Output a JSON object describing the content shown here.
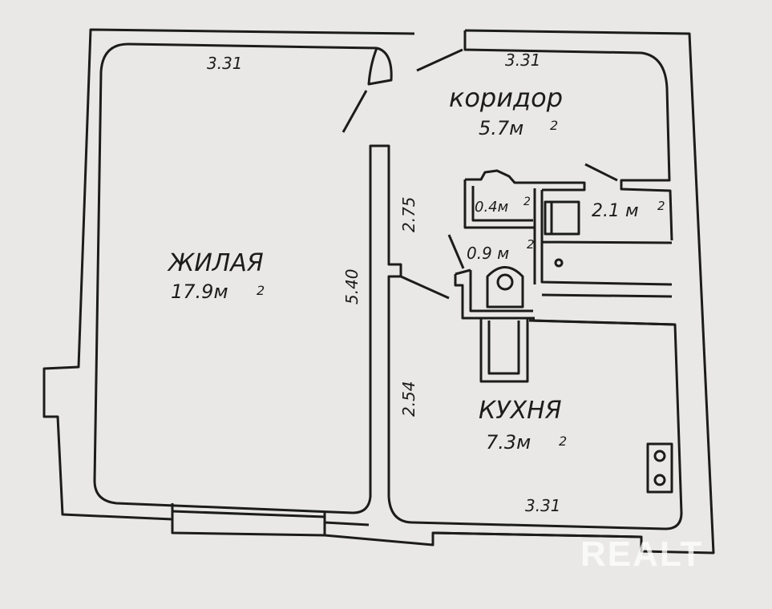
{
  "rooms": {
    "living": {
      "name": "ЖИЛАЯ",
      "area": "17.9м",
      "sup": "2"
    },
    "corridor": {
      "name": "коридор",
      "area": "5.7м",
      "sup": "2"
    },
    "kitchen": {
      "name": "КУХНЯ",
      "area": "7.3м",
      "sup": "2"
    },
    "closet": {
      "area": "0.4м",
      "sup": "2"
    },
    "bathroom": {
      "area": "2.1 м",
      "sup": "2"
    },
    "toilet": {
      "area": "0.9 м",
      "sup": "2"
    }
  },
  "dimensions": {
    "living_top": "3.31",
    "corridor_top": "3.31",
    "kitchen_bottom": "3.31",
    "living_height": "5.40",
    "corridor_side": "2.75",
    "kitchen_side": "2.54"
  },
  "watermark": "REALT"
}
